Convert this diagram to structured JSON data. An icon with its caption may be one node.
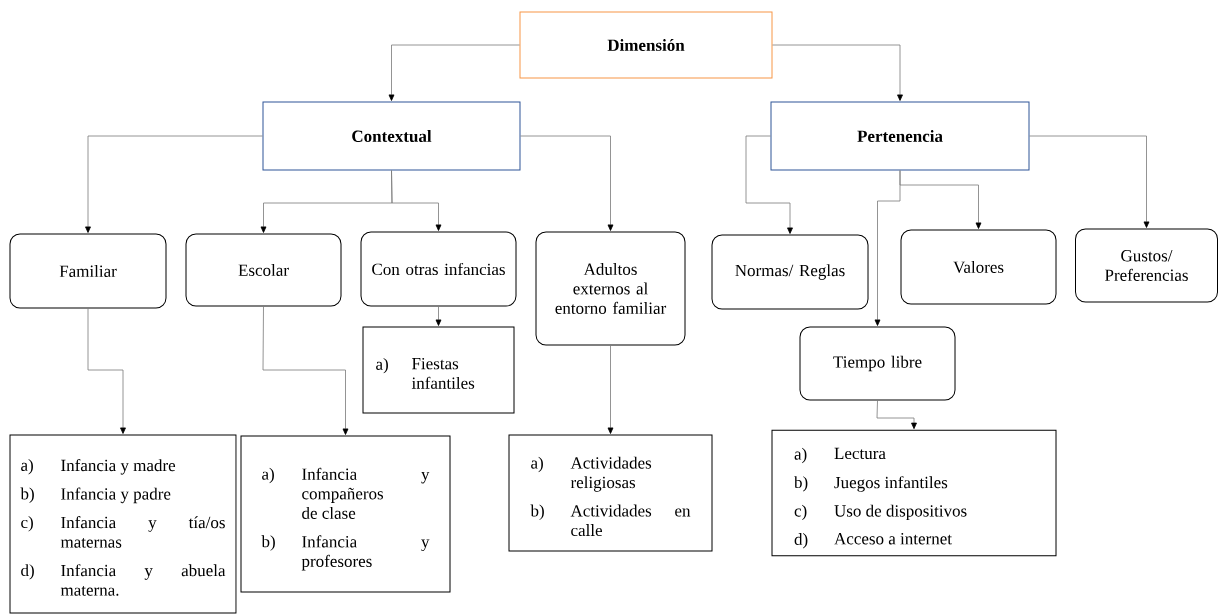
{
  "diagram": {
    "nodes": [
      {
        "text": [
          "Dimensión"
        ]
      },
      {
        "text": [
          "Contextual"
        ]
      },
      {
        "text": [
          "Pertenencia"
        ]
      },
      {
        "text": [
          "Familiar"
        ]
      },
      {
        "text": [
          "Escolar"
        ]
      },
      {
        "text": [
          "Con otras infancias"
        ]
      },
      {
        "text": [
          "Adultos externos al entorno familiar"
        ]
      },
      {
        "text": [
          "Normas/ Reglas"
        ]
      },
      {
        "text": [
          "Valores"
        ]
      },
      {
        "text": [
          "Gustos/ Preferencias"
        ]
      },
      {
        "text": [
          "Tiempo libre"
        ]
      },
      {
        "text": [
          "a)",
          "Fiestas infantiles"
        ]
      },
      {
        "text": [
          "a)",
          "Infancia y madre",
          "b)",
          "Infancia y padre",
          "c)",
          "Infancia y tía/os maternas",
          "d)",
          "Infancia y abuela materna."
        ]
      },
      {
        "text": [
          "a)",
          "Infancia y compañeros de clase",
          "b)",
          "Infancia y profesores"
        ]
      },
      {
        "text": [
          "a)",
          "Actividades religiosas",
          "b)",
          "Actividades en calle"
        ]
      },
      {
        "text": [
          "a)",
          "Lectura",
          "b)",
          "Juegos infantiles",
          "c)",
          "Uso de dispositivos",
          "d)",
          "Acceso a internet"
        ]
      }
    ],
    "edges": [
      {
        "from": 0,
        "to": 1,
        "arrow": "to"
      },
      {
        "from": 0,
        "to": 2,
        "arrow": "to"
      },
      {
        "from": 1,
        "to": 3,
        "arrow": "to"
      },
      {
        "from": 1,
        "to": 4,
        "arrow": "to"
      },
      {
        "from": 1,
        "to": 5,
        "arrow": "to"
      },
      {
        "from": 1,
        "to": 6,
        "arrow": "to"
      },
      {
        "from": 2,
        "to": 7,
        "arrow": "to"
      },
      {
        "from": 2,
        "to": 8,
        "arrow": "to"
      },
      {
        "from": 2,
        "to": 10,
        "arrow": "to"
      },
      {
        "from": 2,
        "to": 9,
        "arrow": "to"
      },
      {
        "from": 3,
        "to": 12,
        "arrow": "to"
      },
      {
        "from": 4,
        "to": 13,
        "arrow": "to"
      },
      {
        "from": 5,
        "to": 11,
        "arrow": "to"
      },
      {
        "from": 6,
        "to": 14,
        "arrow": "to"
      },
      {
        "from": 10,
        "to": 15,
        "arrow": "to"
      }
    ]
  }
}
